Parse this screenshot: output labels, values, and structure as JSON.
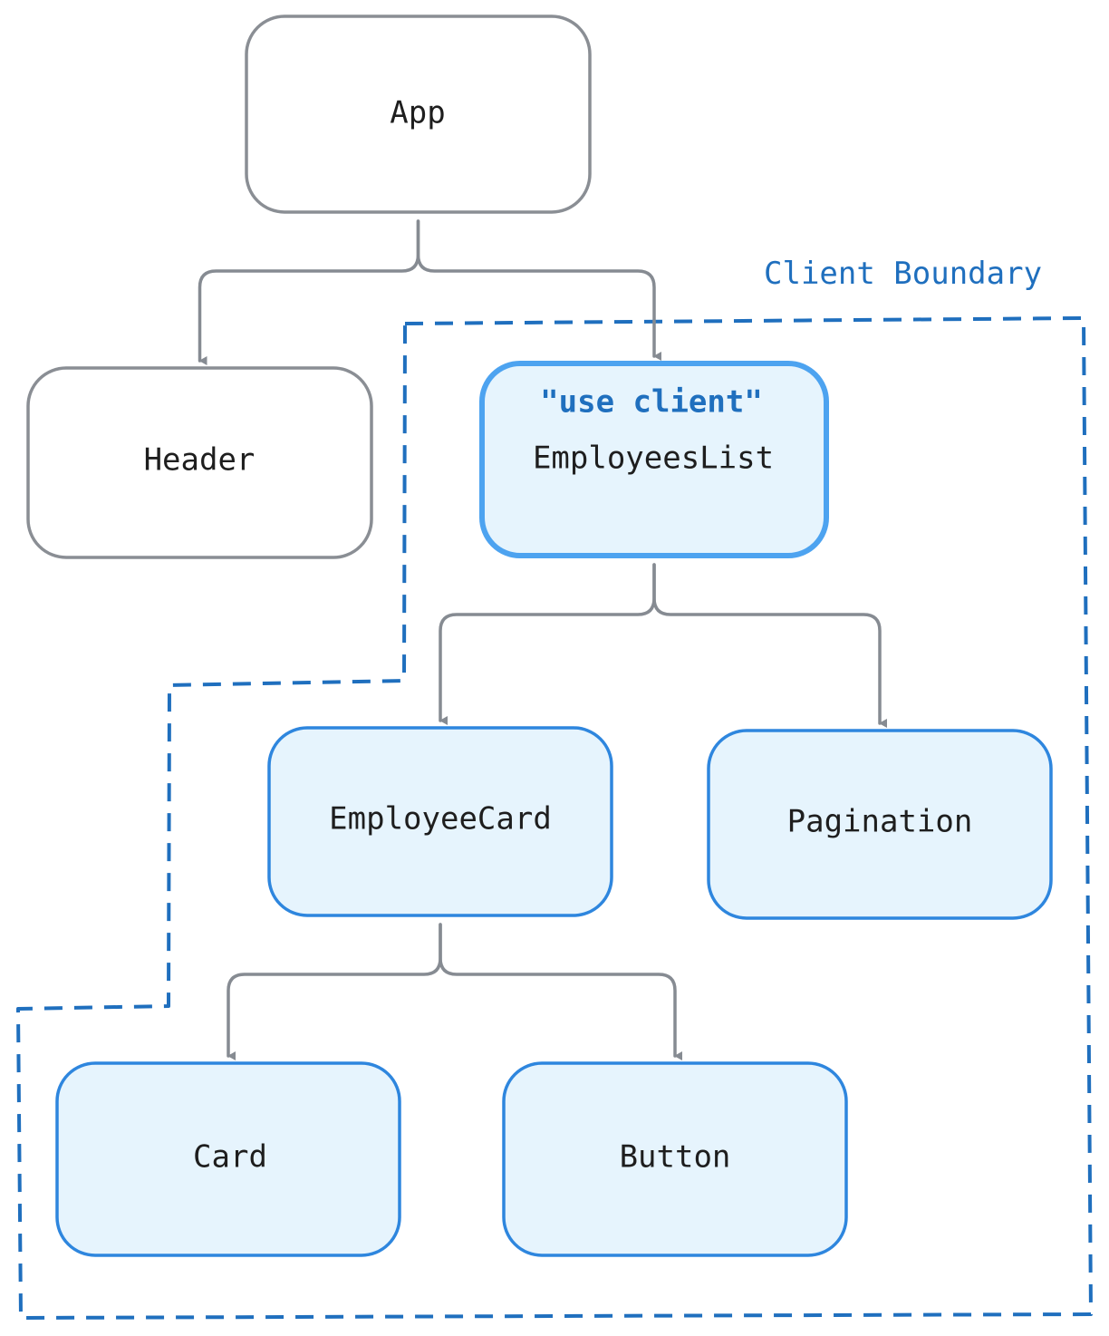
{
  "colors": {
    "server_stroke": "#8a8e94",
    "server_fill": "#ffffff",
    "client_stroke": "#2e86de",
    "client_strong_stroke": "#4da3f0",
    "client_fill": "#e6f4fd",
    "edge": "#868b92",
    "boundary": "#1f6fbe",
    "text": "#1e1e1e"
  },
  "boundary": {
    "label": "Client Boundary"
  },
  "nodes": [
    {
      "id": "app",
      "label": "App",
      "kind": "server"
    },
    {
      "id": "header",
      "label": "Header",
      "kind": "server"
    },
    {
      "id": "employees-list",
      "label": "EmployeesList",
      "directive": "\"use client\"",
      "kind": "client-entry"
    },
    {
      "id": "employee-card",
      "label": "EmployeeCard",
      "kind": "client"
    },
    {
      "id": "pagination",
      "label": "Pagination",
      "kind": "client"
    },
    {
      "id": "card",
      "label": "Card",
      "kind": "client"
    },
    {
      "id": "button",
      "label": "Button",
      "kind": "client"
    }
  ],
  "edges": [
    {
      "from": "app",
      "to": "header"
    },
    {
      "from": "app",
      "to": "employees-list"
    },
    {
      "from": "employees-list",
      "to": "employee-card"
    },
    {
      "from": "employees-list",
      "to": "pagination"
    },
    {
      "from": "employee-card",
      "to": "card"
    },
    {
      "from": "employee-card",
      "to": "button"
    }
  ]
}
